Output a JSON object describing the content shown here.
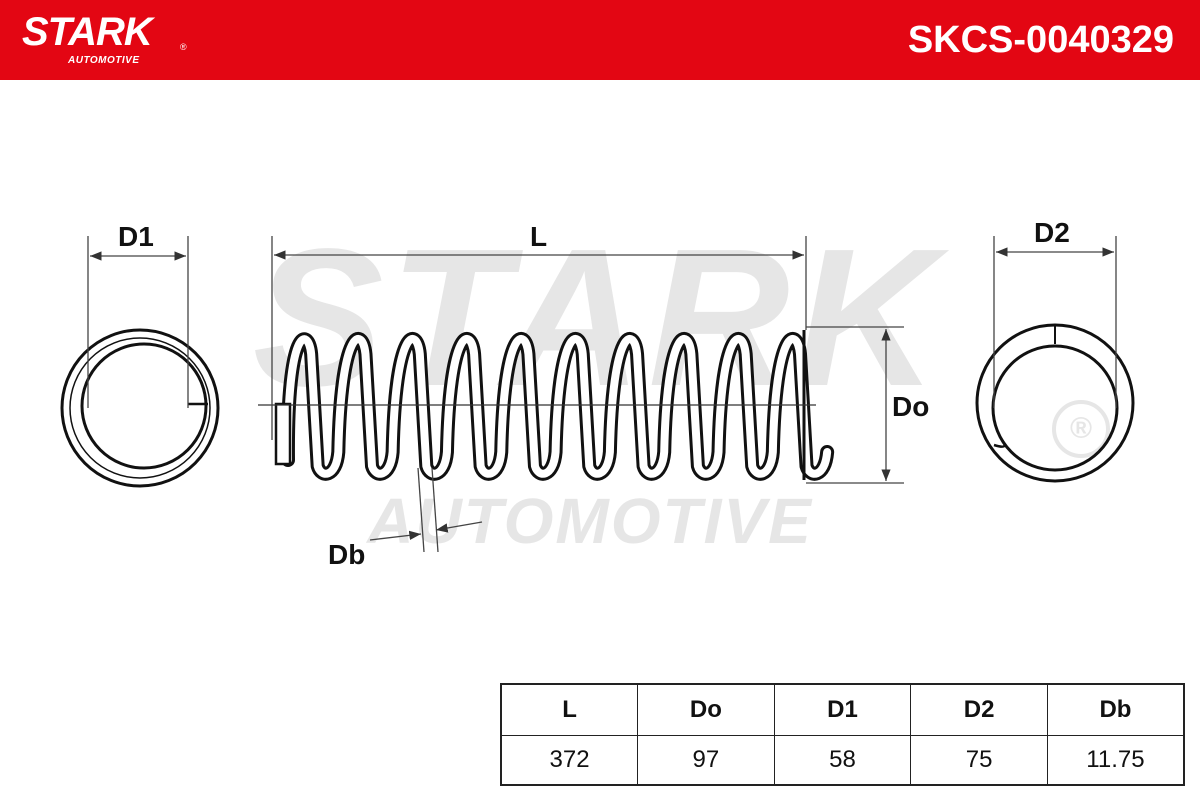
{
  "header": {
    "brand_name": "STARK",
    "brand_registered": "®",
    "brand_sub": "AUTOMOTIVE",
    "part_number": "SKCS-0040329",
    "background_color": "#e30613"
  },
  "watermark": {
    "main": "STARK",
    "sub": "AUTOMOTIVE",
    "registered": "®"
  },
  "diagram": {
    "labels": {
      "d1": "D1",
      "l": "L",
      "d2": "D2",
      "do": "Do",
      "db": "Db"
    }
  },
  "spec_table": {
    "headers": [
      "L",
      "Do",
      "D1",
      "D2",
      "Db"
    ],
    "values": [
      "372",
      "97",
      "58",
      "75",
      "11.75"
    ]
  }
}
